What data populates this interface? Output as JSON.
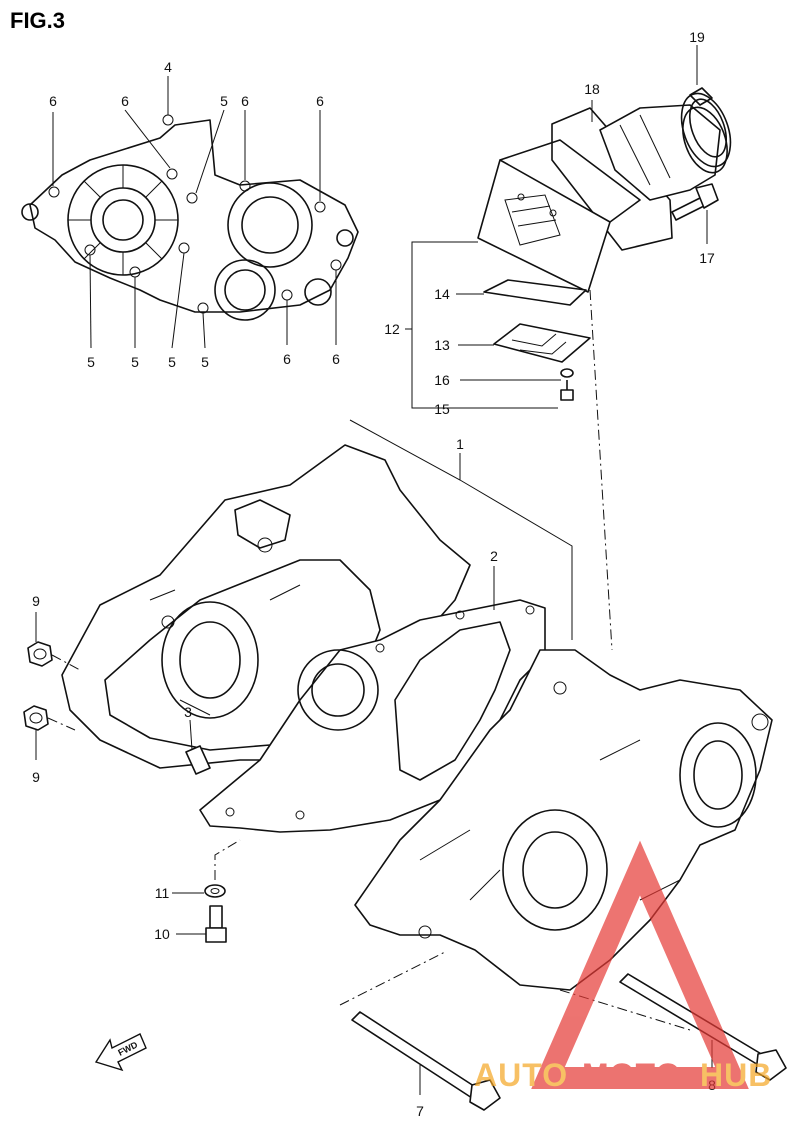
{
  "figure_title": "FIG.3",
  "callouts": {
    "c1": "1",
    "c2": "2",
    "c3": "3",
    "c4": "4",
    "c5a": "5",
    "c5b": "5",
    "c5c": "5",
    "c5d": "5",
    "c5e": "5",
    "c6a": "6",
    "c6b": "6",
    "c6c": "6",
    "c6d": "6",
    "c6e": "6",
    "c6f": "6",
    "c7": "7",
    "c8": "8",
    "c9a": "9",
    "c9b": "9",
    "c10": "10",
    "c11": "11",
    "c12": "12",
    "c13": "13",
    "c14": "14",
    "c15": "15",
    "c16": "16",
    "c17": "17",
    "c18": "18",
    "c19": "19"
  },
  "fwd_label": "FWD",
  "watermark": {
    "part1": "AUTO",
    "part2": "MOTO",
    "part3": "HUB",
    "color_orange": "#f5a623",
    "color_red": "#e53935"
  }
}
